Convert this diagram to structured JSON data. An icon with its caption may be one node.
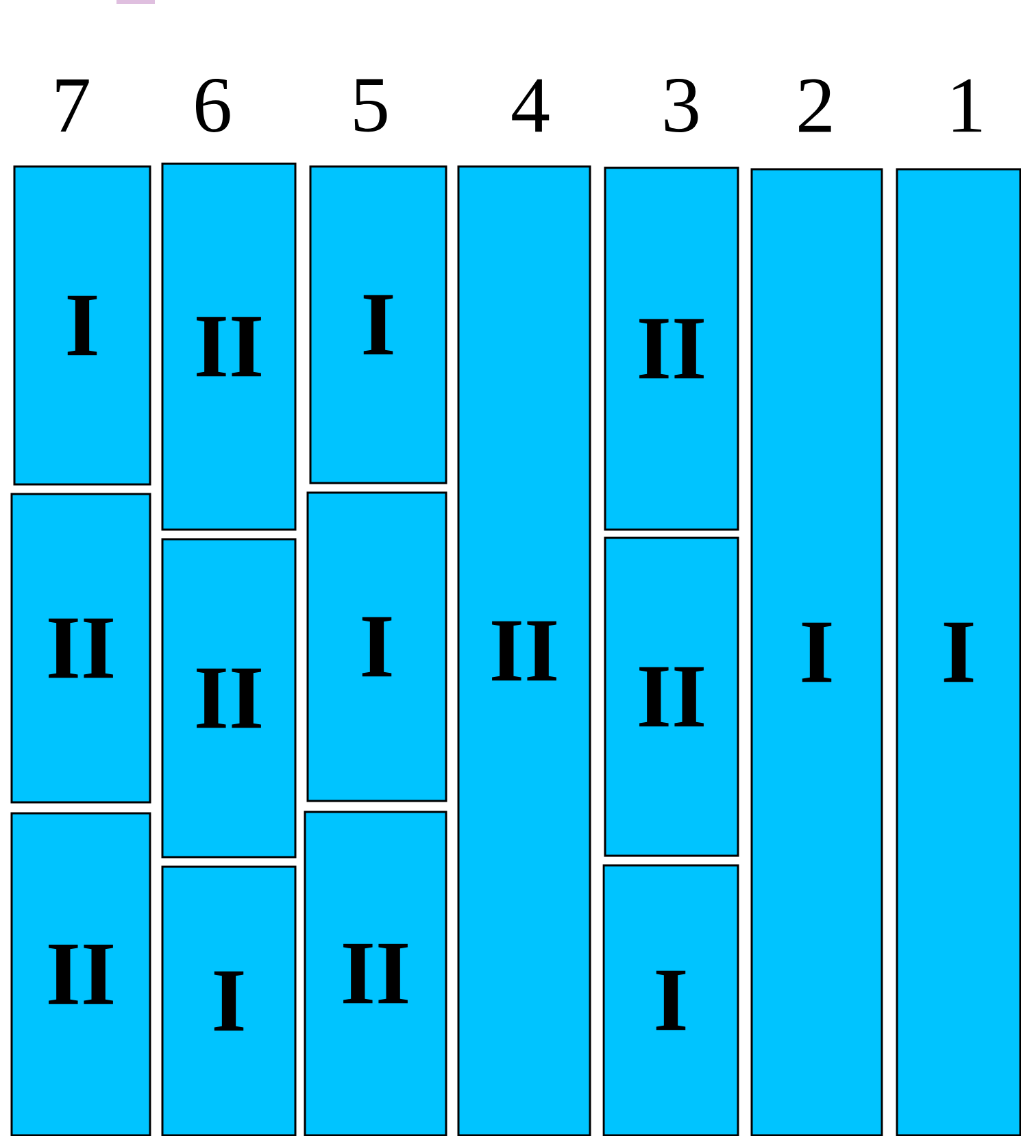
{
  "diagram": {
    "nodes": [
      {
        "text": [
          "I"
        ]
      },
      {
        "text": [
          "II"
        ]
      },
      {
        "text": [
          "II"
        ]
      },
      {
        "text": [
          "II"
        ]
      },
      {
        "text": [
          "II"
        ]
      },
      {
        "text": [
          "I"
        ]
      },
      {
        "text": [
          "I"
        ]
      },
      {
        "text": [
          "I"
        ]
      },
      {
        "text": [
          "II"
        ]
      },
      {
        "text": [
          "II"
        ]
      },
      {
        "text": [
          "II"
        ]
      },
      {
        "text": [
          "II"
        ]
      },
      {
        "text": [
          "I"
        ]
      },
      {
        "text": [
          "I"
        ]
      },
      {
        "text": [
          "I"
        ]
      }
    ],
    "labels": [
      "7",
      "6",
      "5",
      "4",
      "3",
      "2",
      "1"
    ]
  }
}
